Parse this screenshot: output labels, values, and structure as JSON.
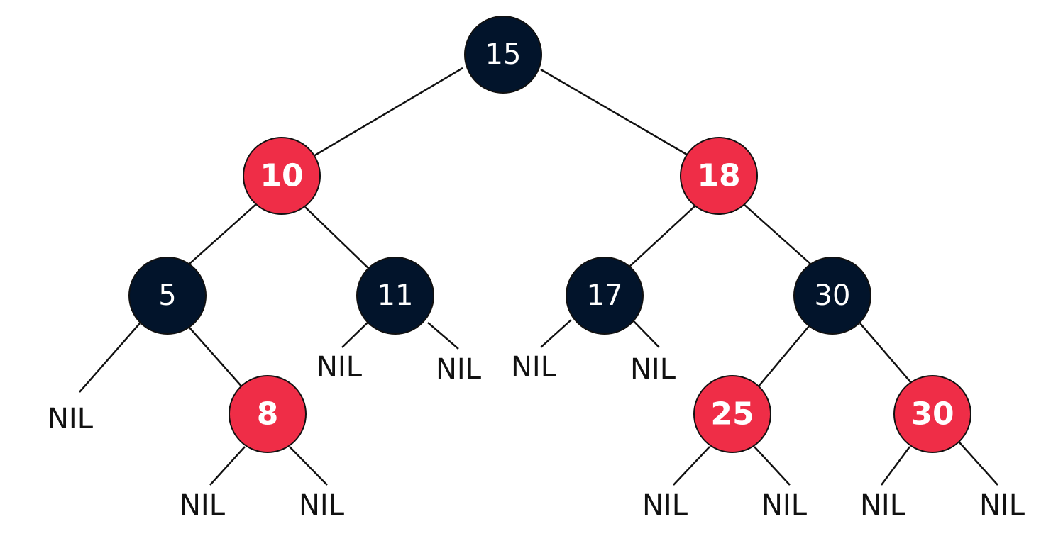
{
  "colors": {
    "black_node": "#02142b",
    "red_node": "#ef2d47",
    "edge": "#111111",
    "nil_text": "#111111",
    "label_text": "#ffffff"
  },
  "nodes": {
    "n15": {
      "label": "15",
      "color": "black"
    },
    "n10": {
      "label": "10",
      "color": "red"
    },
    "n18": {
      "label": "18",
      "color": "red"
    },
    "n5": {
      "label": "5",
      "color": "black"
    },
    "n11": {
      "label": "11",
      "color": "black"
    },
    "n17": {
      "label": "17",
      "color": "black"
    },
    "n30": {
      "label": "30",
      "color": "black"
    },
    "n8": {
      "label": "8",
      "color": "red"
    },
    "n25": {
      "label": "25",
      "color": "red"
    },
    "n30b": {
      "label": "30",
      "color": "red"
    }
  },
  "nil_label": "NIL"
}
